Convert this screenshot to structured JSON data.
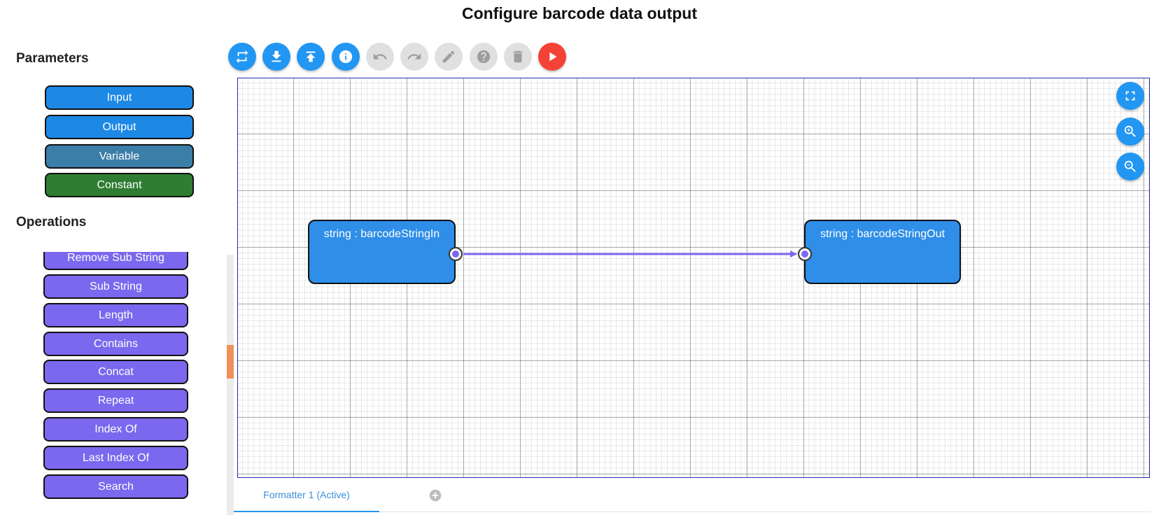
{
  "page": {
    "title": "Configure barcode data output"
  },
  "sidebar": {
    "parameters_heading": "Parameters",
    "operations_heading": "Operations",
    "parameters": [
      {
        "label": "Input",
        "color": "#1e88e5"
      },
      {
        "label": "Output",
        "color": "#1e88e5"
      },
      {
        "label": "Variable",
        "color": "#3b7ea8"
      },
      {
        "label": "Constant",
        "color": "#2e7d32"
      }
    ],
    "operations": [
      "Remove Sub String",
      "Sub String",
      "Length",
      "Contains",
      "Concat",
      "Repeat",
      "Index Of",
      "Last Index Of",
      "Search"
    ]
  },
  "toolbar": {
    "buttons": [
      {
        "icon": "swap-arrows-icon",
        "enabled": true
      },
      {
        "icon": "download-icon",
        "enabled": true
      },
      {
        "icon": "upload-icon",
        "enabled": true
      },
      {
        "icon": "info-icon",
        "enabled": true
      },
      {
        "icon": "undo-icon",
        "enabled": false
      },
      {
        "icon": "redo-icon",
        "enabled": false
      },
      {
        "icon": "edit-pencil-icon",
        "enabled": false
      },
      {
        "icon": "help-icon",
        "enabled": false
      },
      {
        "icon": "delete-trash-icon",
        "enabled": false
      },
      {
        "icon": "play-run-icon",
        "enabled": true
      }
    ]
  },
  "canvas": {
    "nodes": [
      {
        "label": "string : barcodeStringIn"
      },
      {
        "label": "string : barcodeStringOut"
      }
    ],
    "zoom_controls": [
      "fullscreen-icon",
      "zoom-in-icon",
      "zoom-out-icon"
    ]
  },
  "colors": {
    "accent": "#2196f3",
    "node": "#2f8ee8",
    "operation": "#7b68ee",
    "run": "#f44336",
    "link": "#7b68ee"
  },
  "tabs": {
    "items": [
      {
        "label": "Formatter 1 (Active)"
      }
    ],
    "add_icon": "add-circle-icon"
  }
}
